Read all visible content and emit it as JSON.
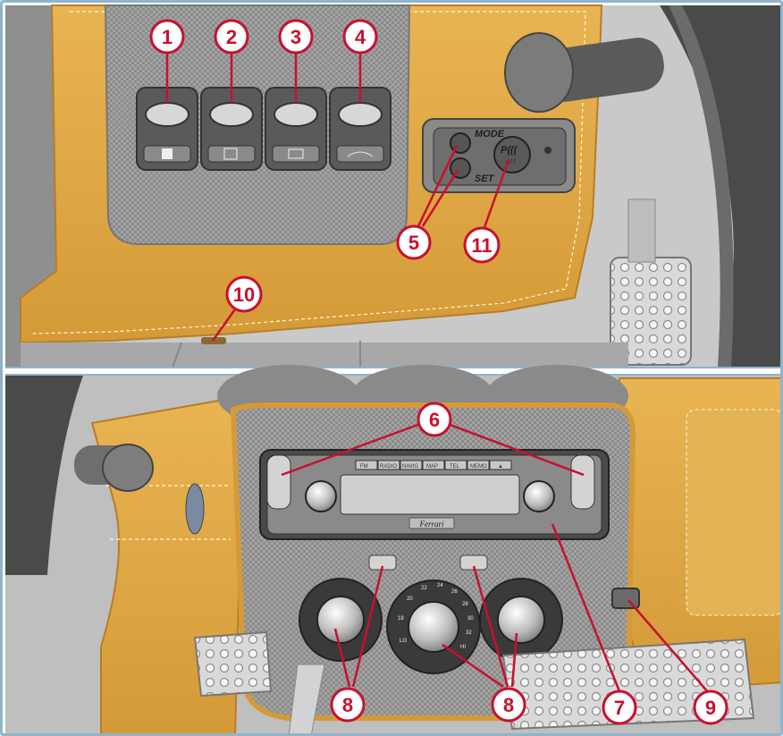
{
  "panels": {
    "top": {
      "mode_label": "MODE",
      "set_label": "SET",
      "park_label": "P(((",
      "park_sublabel": "OFF"
    },
    "bottom": {
      "radio_brand": "Ferrari",
      "radio_buttons": [
        "FM",
        "RADIO",
        "NAVIG",
        "MAP",
        "TEL",
        "MEMO",
        "▲"
      ],
      "dial_center_numbers": [
        "18",
        "20",
        "22",
        "24",
        "26",
        "28",
        "30",
        "32",
        "HI",
        "LO"
      ]
    }
  },
  "callouts": [
    {
      "id": "c1",
      "label": "1"
    },
    {
      "id": "c2",
      "label": "2"
    },
    {
      "id": "c3",
      "label": "3"
    },
    {
      "id": "c4",
      "label": "4"
    },
    {
      "id": "c5",
      "label": "5"
    },
    {
      "id": "c11",
      "label": "11"
    },
    {
      "id": "c10",
      "label": "10"
    },
    {
      "id": "c6",
      "label": "6"
    },
    {
      "id": "c8a",
      "label": "8"
    },
    {
      "id": "c8b",
      "label": "8"
    },
    {
      "id": "c7",
      "label": "7"
    },
    {
      "id": "c9",
      "label": "9"
    }
  ],
  "colors": {
    "leather": "#e0a948",
    "leather_dark": "#b57e2a",
    "carbon": "#9a9a9a",
    "carbon_dark": "#6f6f6f",
    "callout_red": "#c8102e",
    "frame_blue": "#8fb4cc"
  }
}
